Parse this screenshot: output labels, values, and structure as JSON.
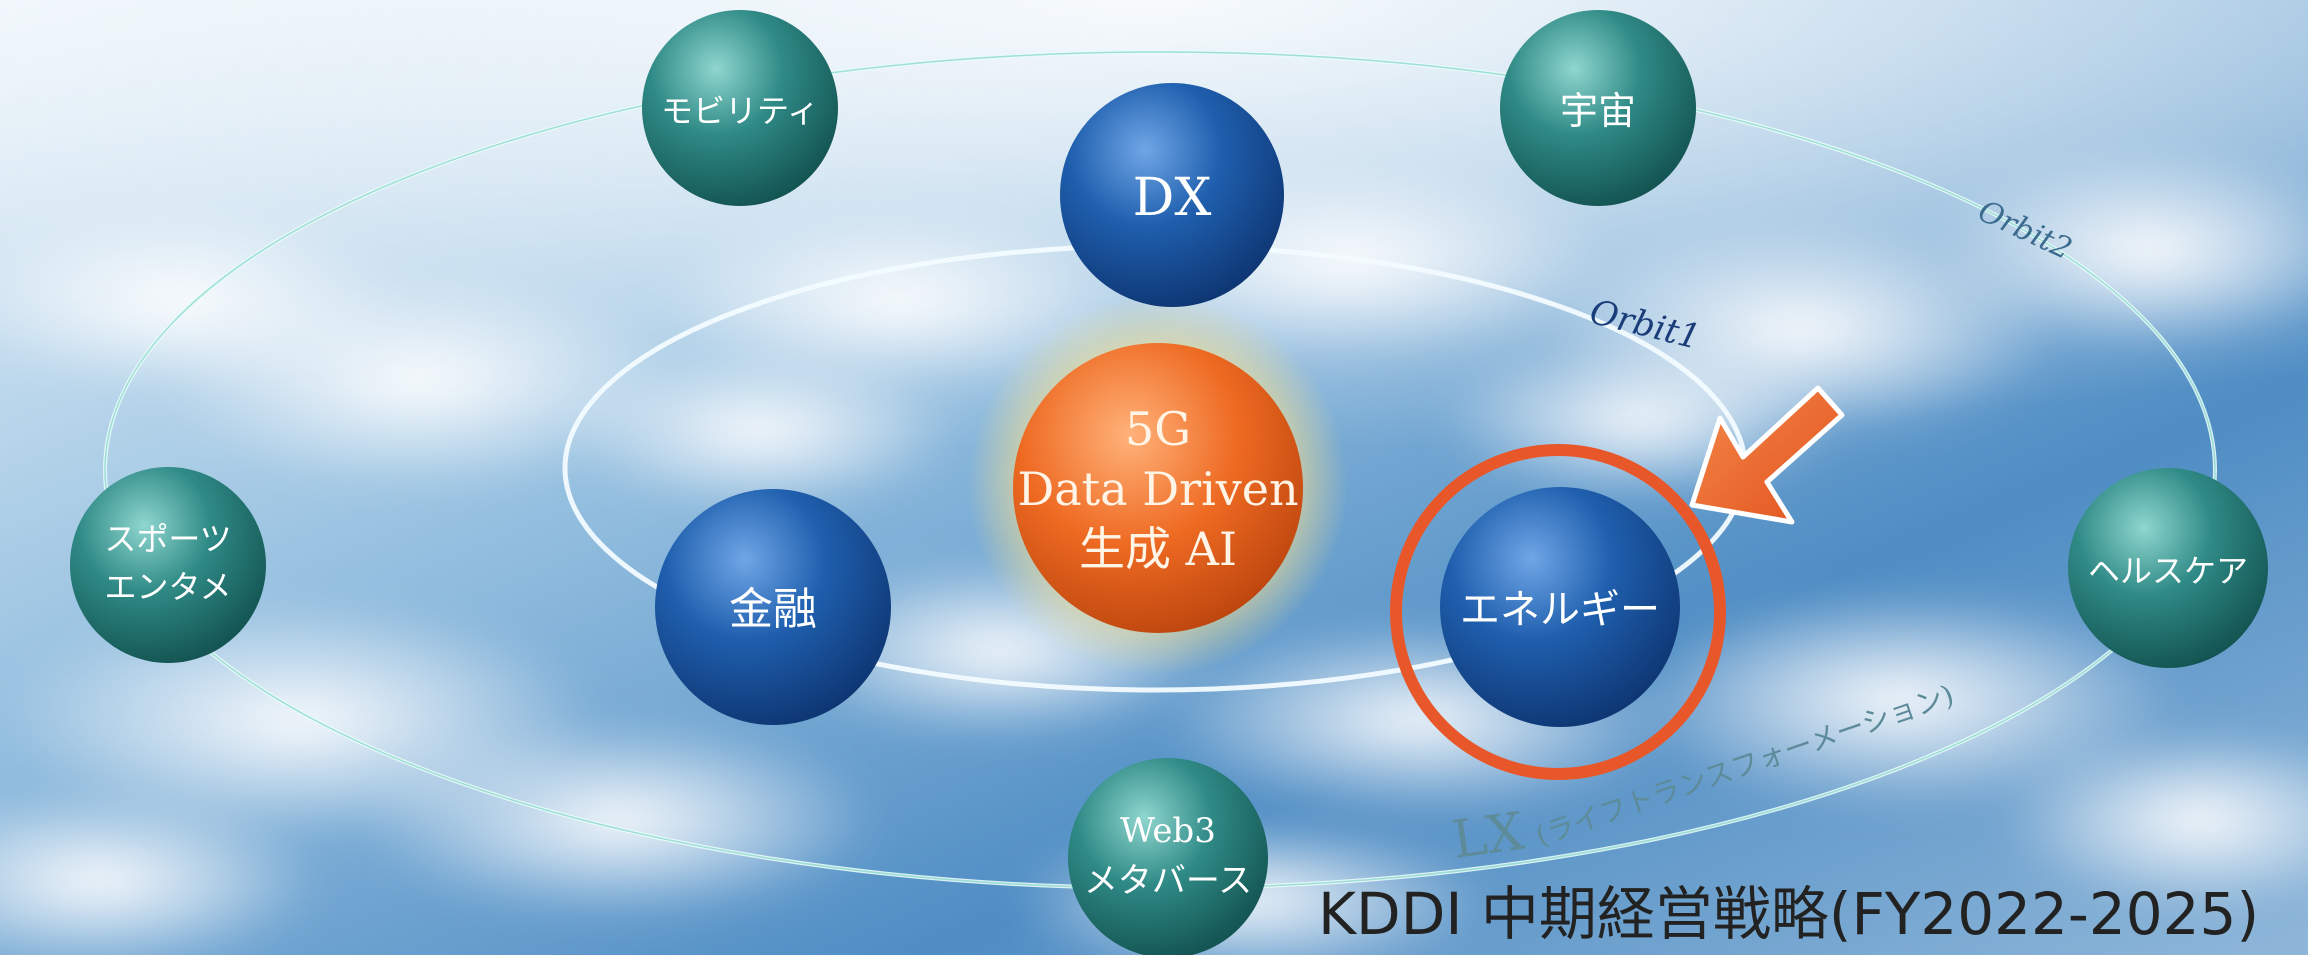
{
  "diagram": {
    "center": {
      "lines": [
        "5G",
        "Data Driven",
        "生成 AI"
      ]
    },
    "orbit1": {
      "label": "Orbit1",
      "nodes": [
        {
          "id": "dx",
          "label": "DX"
        },
        {
          "id": "finance",
          "label": "金融"
        },
        {
          "id": "energy",
          "label": "エネルギー"
        }
      ]
    },
    "orbit2": {
      "label": "Orbit2",
      "nodes": [
        {
          "id": "mobility",
          "label": "モビリティ"
        },
        {
          "id": "space",
          "label": "宇宙"
        },
        {
          "id": "sports",
          "lines": [
            "スポーツ",
            "エンタメ"
          ]
        },
        {
          "id": "health",
          "label": "ヘルスケア"
        },
        {
          "id": "web3",
          "lines": [
            "Web3",
            "メタバース"
          ]
        }
      ]
    },
    "lx_label": "LX",
    "lx_sub": "(ライフトランスフォーメーション)",
    "highlight": {
      "target": "energy",
      "color": "#e8572a"
    }
  },
  "caption": "KDDI 中期経営戦略(FY2022-2025)",
  "colors": {
    "orange": "#e8572a",
    "teal": "#2f8a86",
    "blue": "#1f5fae"
  }
}
